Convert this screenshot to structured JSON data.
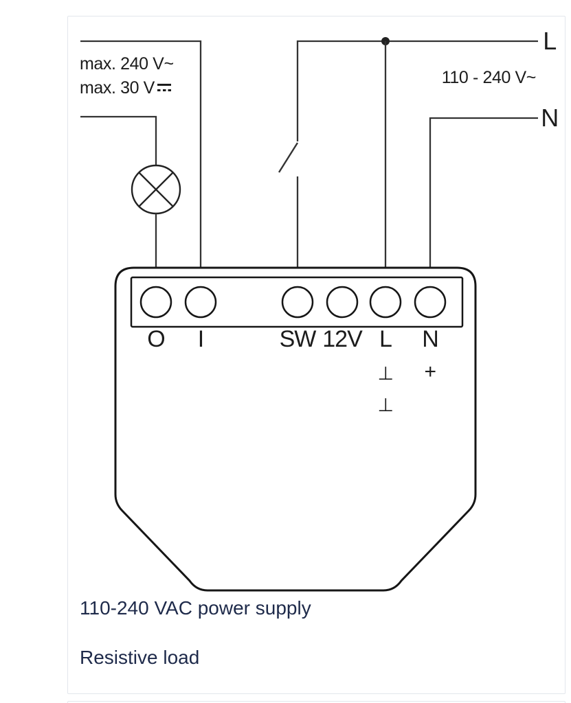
{
  "diagram": {
    "ratings": {
      "ac_max": "max. 240 V~",
      "dc_max_prefix": "max. 30 V"
    },
    "supply_voltage": "110 - 240 V~",
    "mains": {
      "live": "L",
      "neutral": "N"
    },
    "terminals": [
      {
        "id": "output",
        "label": "O"
      },
      {
        "id": "input",
        "label": "I"
      },
      {
        "id": "switch",
        "label": "SW"
      },
      {
        "id": "12v",
        "label": "12V"
      },
      {
        "id": "live",
        "label": "L"
      },
      {
        "id": "neutral",
        "label": "N"
      }
    ],
    "dc_markings": {
      "l_ground_top": "⊥",
      "l_ground_bottom": "⊥",
      "n_plus": "+"
    },
    "captions": {
      "supply": "110-240 VAC power supply",
      "load": "Resistive load"
    },
    "icons": {
      "lamp": "lamp-icon",
      "switch": "switch-icon",
      "junction": "junction-dot-icon",
      "dc_symbol": "dc-symbol-icon"
    },
    "colors": {
      "wire": "#333333",
      "device_outline": "#161616",
      "caption_text": "#1e2a4a",
      "label_text": "#1c1c1c",
      "card_border": "#e2e6ec"
    }
  }
}
